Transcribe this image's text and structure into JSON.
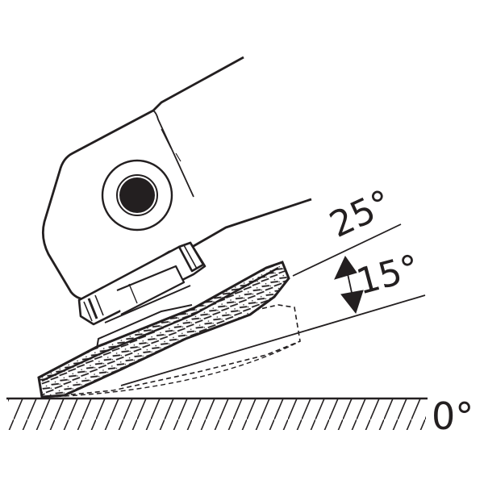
{
  "diagram": {
    "subject": "Angle grinder with flap disc working angles",
    "colors": {
      "ink": "#231f20",
      "background": "#ffffff"
    },
    "labels": {
      "angle_25": "25°",
      "angle_15": "15°",
      "angle_0": "0°"
    },
    "parts": [
      "grinder-body",
      "spindle-lock-button",
      "spindle-nut",
      "flap-disc",
      "disc-dashed-outline",
      "workpiece-surface",
      "angle-reference-lines",
      "double-arrow"
    ]
  }
}
